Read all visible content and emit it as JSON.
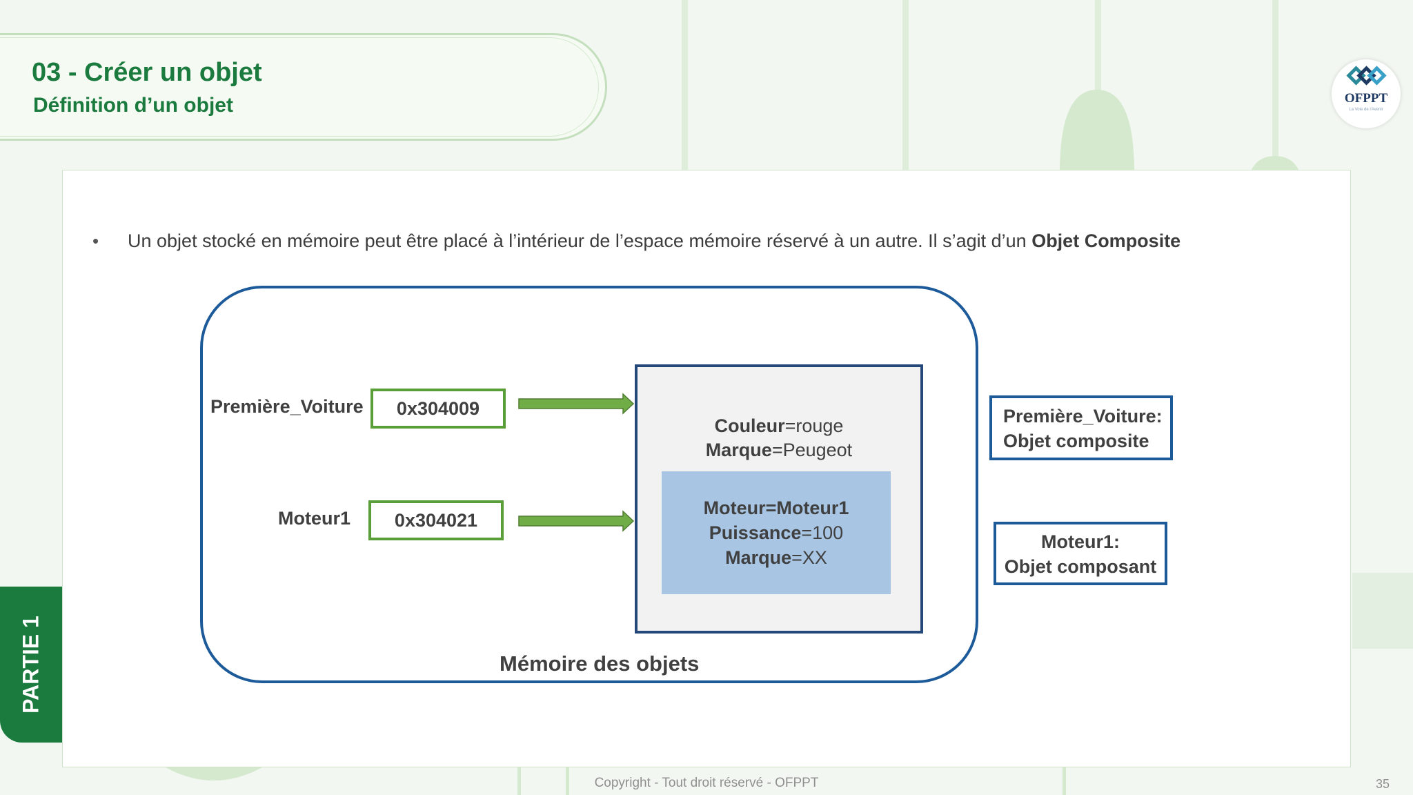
{
  "header": {
    "title": "03 - Créer un objet",
    "subtitle": "Définition d’un objet"
  },
  "logo": {
    "text": "OFPPT",
    "tagline": "La Voie de l'Avenir",
    "colors": [
      "#2a8a9a",
      "#1f3a62",
      "#39a0c8"
    ]
  },
  "side_tab": {
    "label": "PARTIE 1"
  },
  "body": {
    "bullet": "•",
    "text_before": "Un objet stocké en mémoire peut être placé à l’intérieur de l’espace mémoire réservé à un autre. Il s’agit d’un ",
    "text_bold": "Objet Composite"
  },
  "diagram": {
    "memory_label": "Mémoire des objets",
    "variables": [
      {
        "name": "Première_Voiture",
        "address": "0x304009"
      },
      {
        "name": "Moteur1",
        "address": "0x304021"
      }
    ],
    "object": {
      "couleur_key": "Couleur",
      "couleur_val": "=rouge",
      "marque_key": "Marque",
      "marque_val": "=Peugeot"
    },
    "inner_object": {
      "moteur": "Moteur=Moteur1",
      "puissance_key": "Puissance",
      "puissance_val": "=100",
      "marque_key": "Marque",
      "marque_val": "=XX"
    },
    "notes": [
      {
        "line1": "Première_Voiture:",
        "line2": "Objet composite"
      },
      {
        "line1": "Moteur1:",
        "line2": "Objet composant"
      }
    ]
  },
  "footer": {
    "copyright": "Copyright - Tout droit réservé - OFPPT",
    "page": "35"
  },
  "colors": {
    "brand_green": "#1b7a3e",
    "memory_border": "#1c5a9a",
    "address_border": "#5a9e3a",
    "arrow_fill": "#70ad47",
    "inner_fill": "#a8c6e4"
  }
}
